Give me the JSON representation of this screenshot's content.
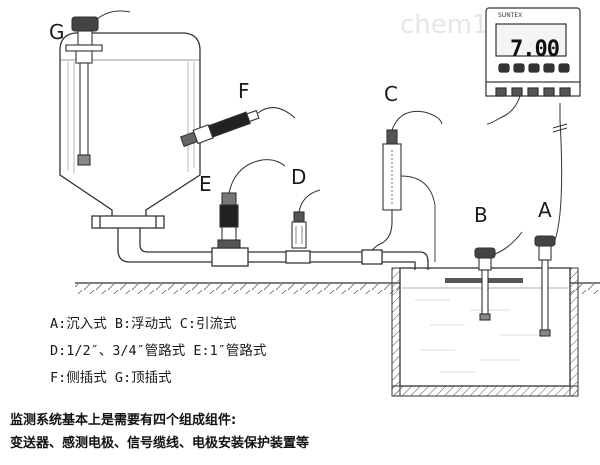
{
  "watermark": "chem17.com",
  "meter": {
    "brand": "SUNTEX",
    "reading": "7.00"
  },
  "labels": {
    "A": "A",
    "B": "B",
    "C": "C",
    "D": "D",
    "E": "E",
    "F": "F",
    "G": "G"
  },
  "legend": {
    "row1": "A:沉入式   B:浮动式   C:引流式",
    "row2": "D:1/2″、3/4″管路式  E:1″管路式",
    "row3": "F:侧插式   G:顶插式"
  },
  "caption": {
    "line1": "监测系统基本上是需要有四个组成组件:",
    "line2": "变送器、感测电极、信号缆线、电极安装保护装置等"
  }
}
